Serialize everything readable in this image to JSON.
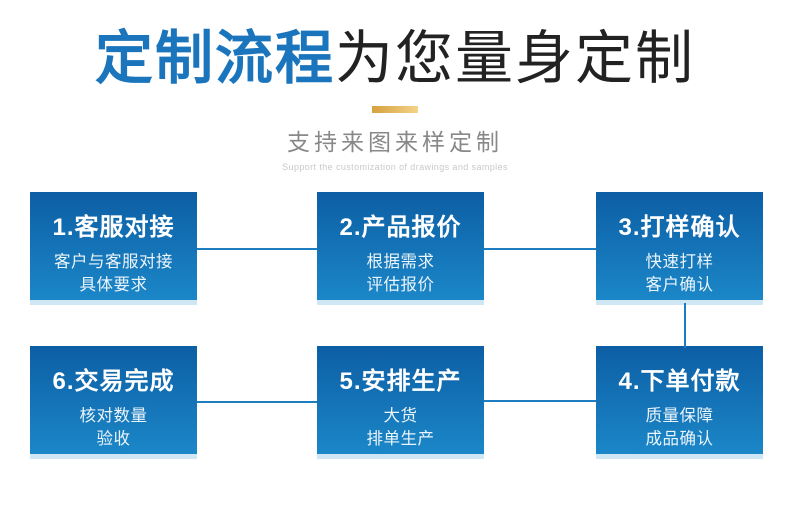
{
  "header": {
    "title_highlight": "定制流程",
    "title_rest": "为您量身定制",
    "subtitle": "支持来图来样定制",
    "subtitle_en": "Support the customization of drawings and samples"
  },
  "colors": {
    "title_blue": "#1a75bc",
    "title_dark": "#222222",
    "gold_bar": "#e3b95e",
    "subtitle_gray": "#888888",
    "subtitle_en_gray": "#c9c9c9",
    "box_gradient_top": "#0d5ea4",
    "box_gradient_bottom": "#1b87c8",
    "box_edge": "#cfe7f5",
    "connector": "#1e7cc0"
  },
  "steps": [
    {
      "title": "1.客服对接",
      "lines": [
        "客户与客服对接",
        "具体要求"
      ]
    },
    {
      "title": "2.产品报价",
      "lines": [
        "根据需求",
        "评估报价"
      ]
    },
    {
      "title": "3.打样确认",
      "lines": [
        "快速打样",
        "客户确认"
      ]
    },
    {
      "title": "4.下单付款",
      "lines": [
        "质量保障",
        "成品确认"
      ]
    },
    {
      "title": "5.安排生产",
      "lines": [
        "大货",
        "排单生产"
      ]
    },
    {
      "title": "6.交易完成",
      "lines": [
        "核对数量",
        "验收"
      ]
    }
  ]
}
